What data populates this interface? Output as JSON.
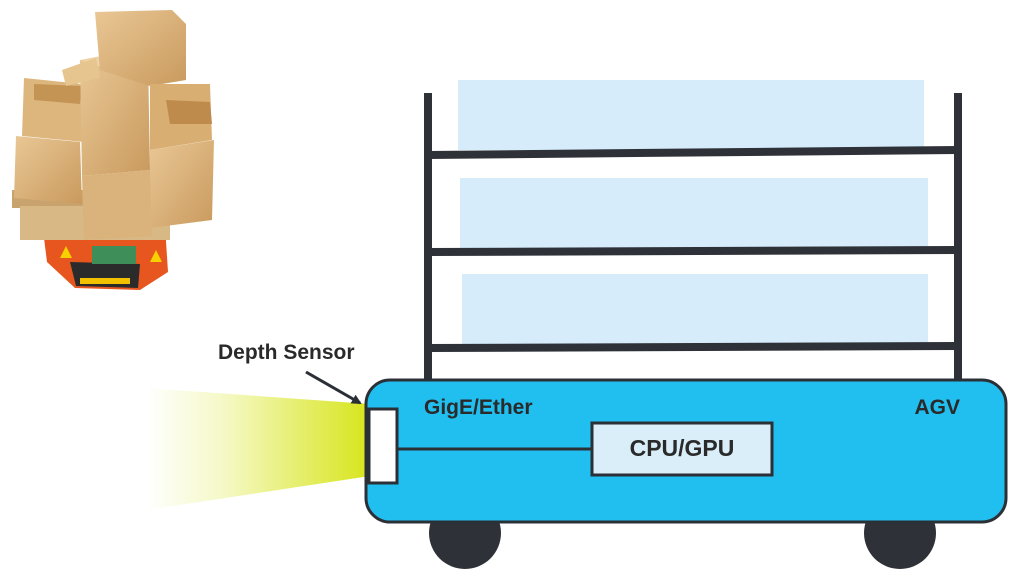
{
  "labels": {
    "depth_sensor": "Depth Sensor",
    "interface": "GigE/Ether",
    "vehicle": "AGV",
    "processor": "CPU/GPU"
  },
  "colors": {
    "agv_body": "#21BFF0",
    "agv_outline": "#2B2F36",
    "shelf_panel": "#D6ECFA",
    "frame": "#2E3138",
    "wheel": "#2E3138",
    "beam": "#D7E51A",
    "cpu_box": "#D9EEF8"
  },
  "icons": {
    "robot_illustration": "mobile-robot-carrying-boxes-icon"
  }
}
